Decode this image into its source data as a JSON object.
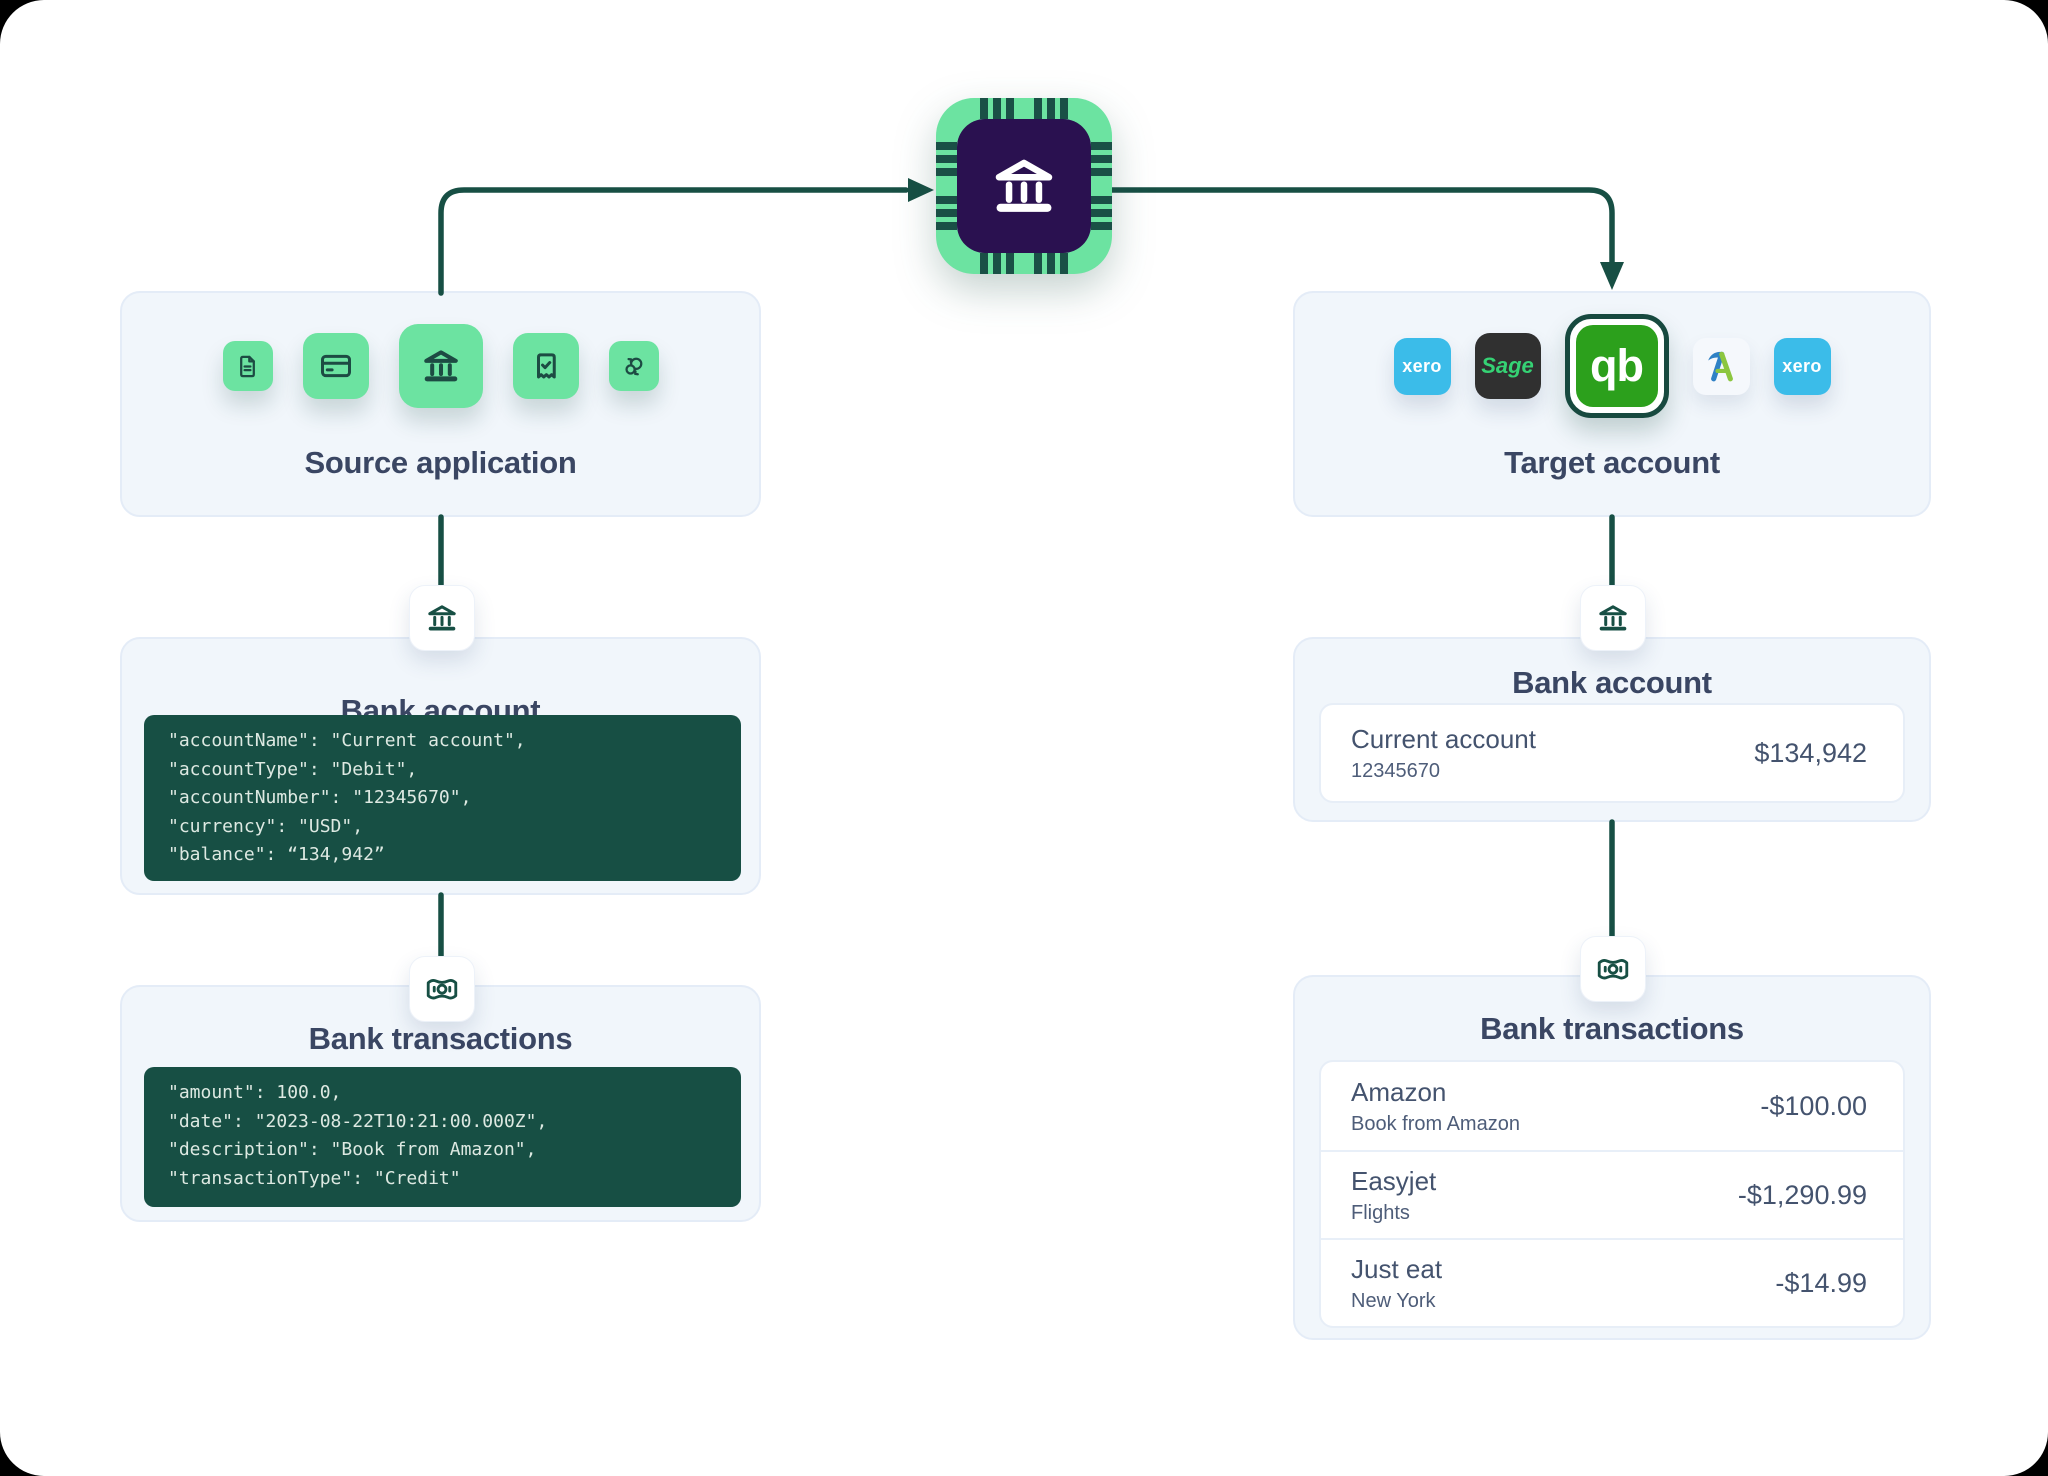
{
  "colors": {
    "accent_green": "#6CE3A1",
    "deep_green": "#174F44",
    "chip_purple": "#2A1150",
    "title_navy": "#3A4663",
    "slate_text": "#44536E",
    "card_bg": "#F1F6FB",
    "xero_blue": "#3BBCE9",
    "sage_dark": "#303030",
    "sage_green": "#35D274",
    "quickbooks_green": "#2CA01C",
    "freeagent_blue": "#2F81C5",
    "freeagent_green": "#8CC63F"
  },
  "hub": {
    "icon": "bank-chip-icon"
  },
  "source": {
    "title": "Source application",
    "icons": [
      "document-icon",
      "credit-card-icon",
      "bank-icon",
      "receipt-check-icon",
      "sync-icon"
    ]
  },
  "target": {
    "title": "Target account",
    "apps": [
      {
        "icon": "xero-logo",
        "label": "xero"
      },
      {
        "icon": "sage-logo",
        "label": "Sage"
      },
      {
        "icon": "quickbooks-logo",
        "label": "qb",
        "selected": true
      },
      {
        "icon": "freeagent-logo",
        "label": ""
      },
      {
        "icon": "xero-logo",
        "label": "xero"
      }
    ]
  },
  "src_account": {
    "badge_icon": "bank-icon",
    "title": "Bank account",
    "code_lines": [
      "\"accountName\": \"Current account\",",
      "\"accountType\": \"Debit\",",
      "\"accountNumber\": \"12345670\",",
      "\"currency\": \"USD\",",
      "\"balance\": “134,942”"
    ]
  },
  "src_tx": {
    "badge_icon": "banknote-icon",
    "title": "Bank transactions",
    "code_lines": [
      "\"amount\": 100.0,",
      "\"date\": \"2023-08-22T10:21:00.000Z\",",
      "\"description\": \"Book from Amazon\",",
      "\"transactionType\": \"Credit\""
    ]
  },
  "tgt_account": {
    "badge_icon": "bank-icon",
    "title": "Bank account",
    "account_name": "Current account",
    "account_number": "12345670",
    "balance": "$134,942"
  },
  "tgt_tx": {
    "badge_icon": "banknote-icon",
    "title": "Bank transactions",
    "rows": [
      {
        "name": "Amazon",
        "description": "Book from Amazon",
        "amount": "-$100.00"
      },
      {
        "name": "Easyjet",
        "description": "Flights",
        "amount": "-$1,290.99"
      },
      {
        "name": "Just eat",
        "description": "New York",
        "amount": "-$14.99"
      }
    ]
  }
}
